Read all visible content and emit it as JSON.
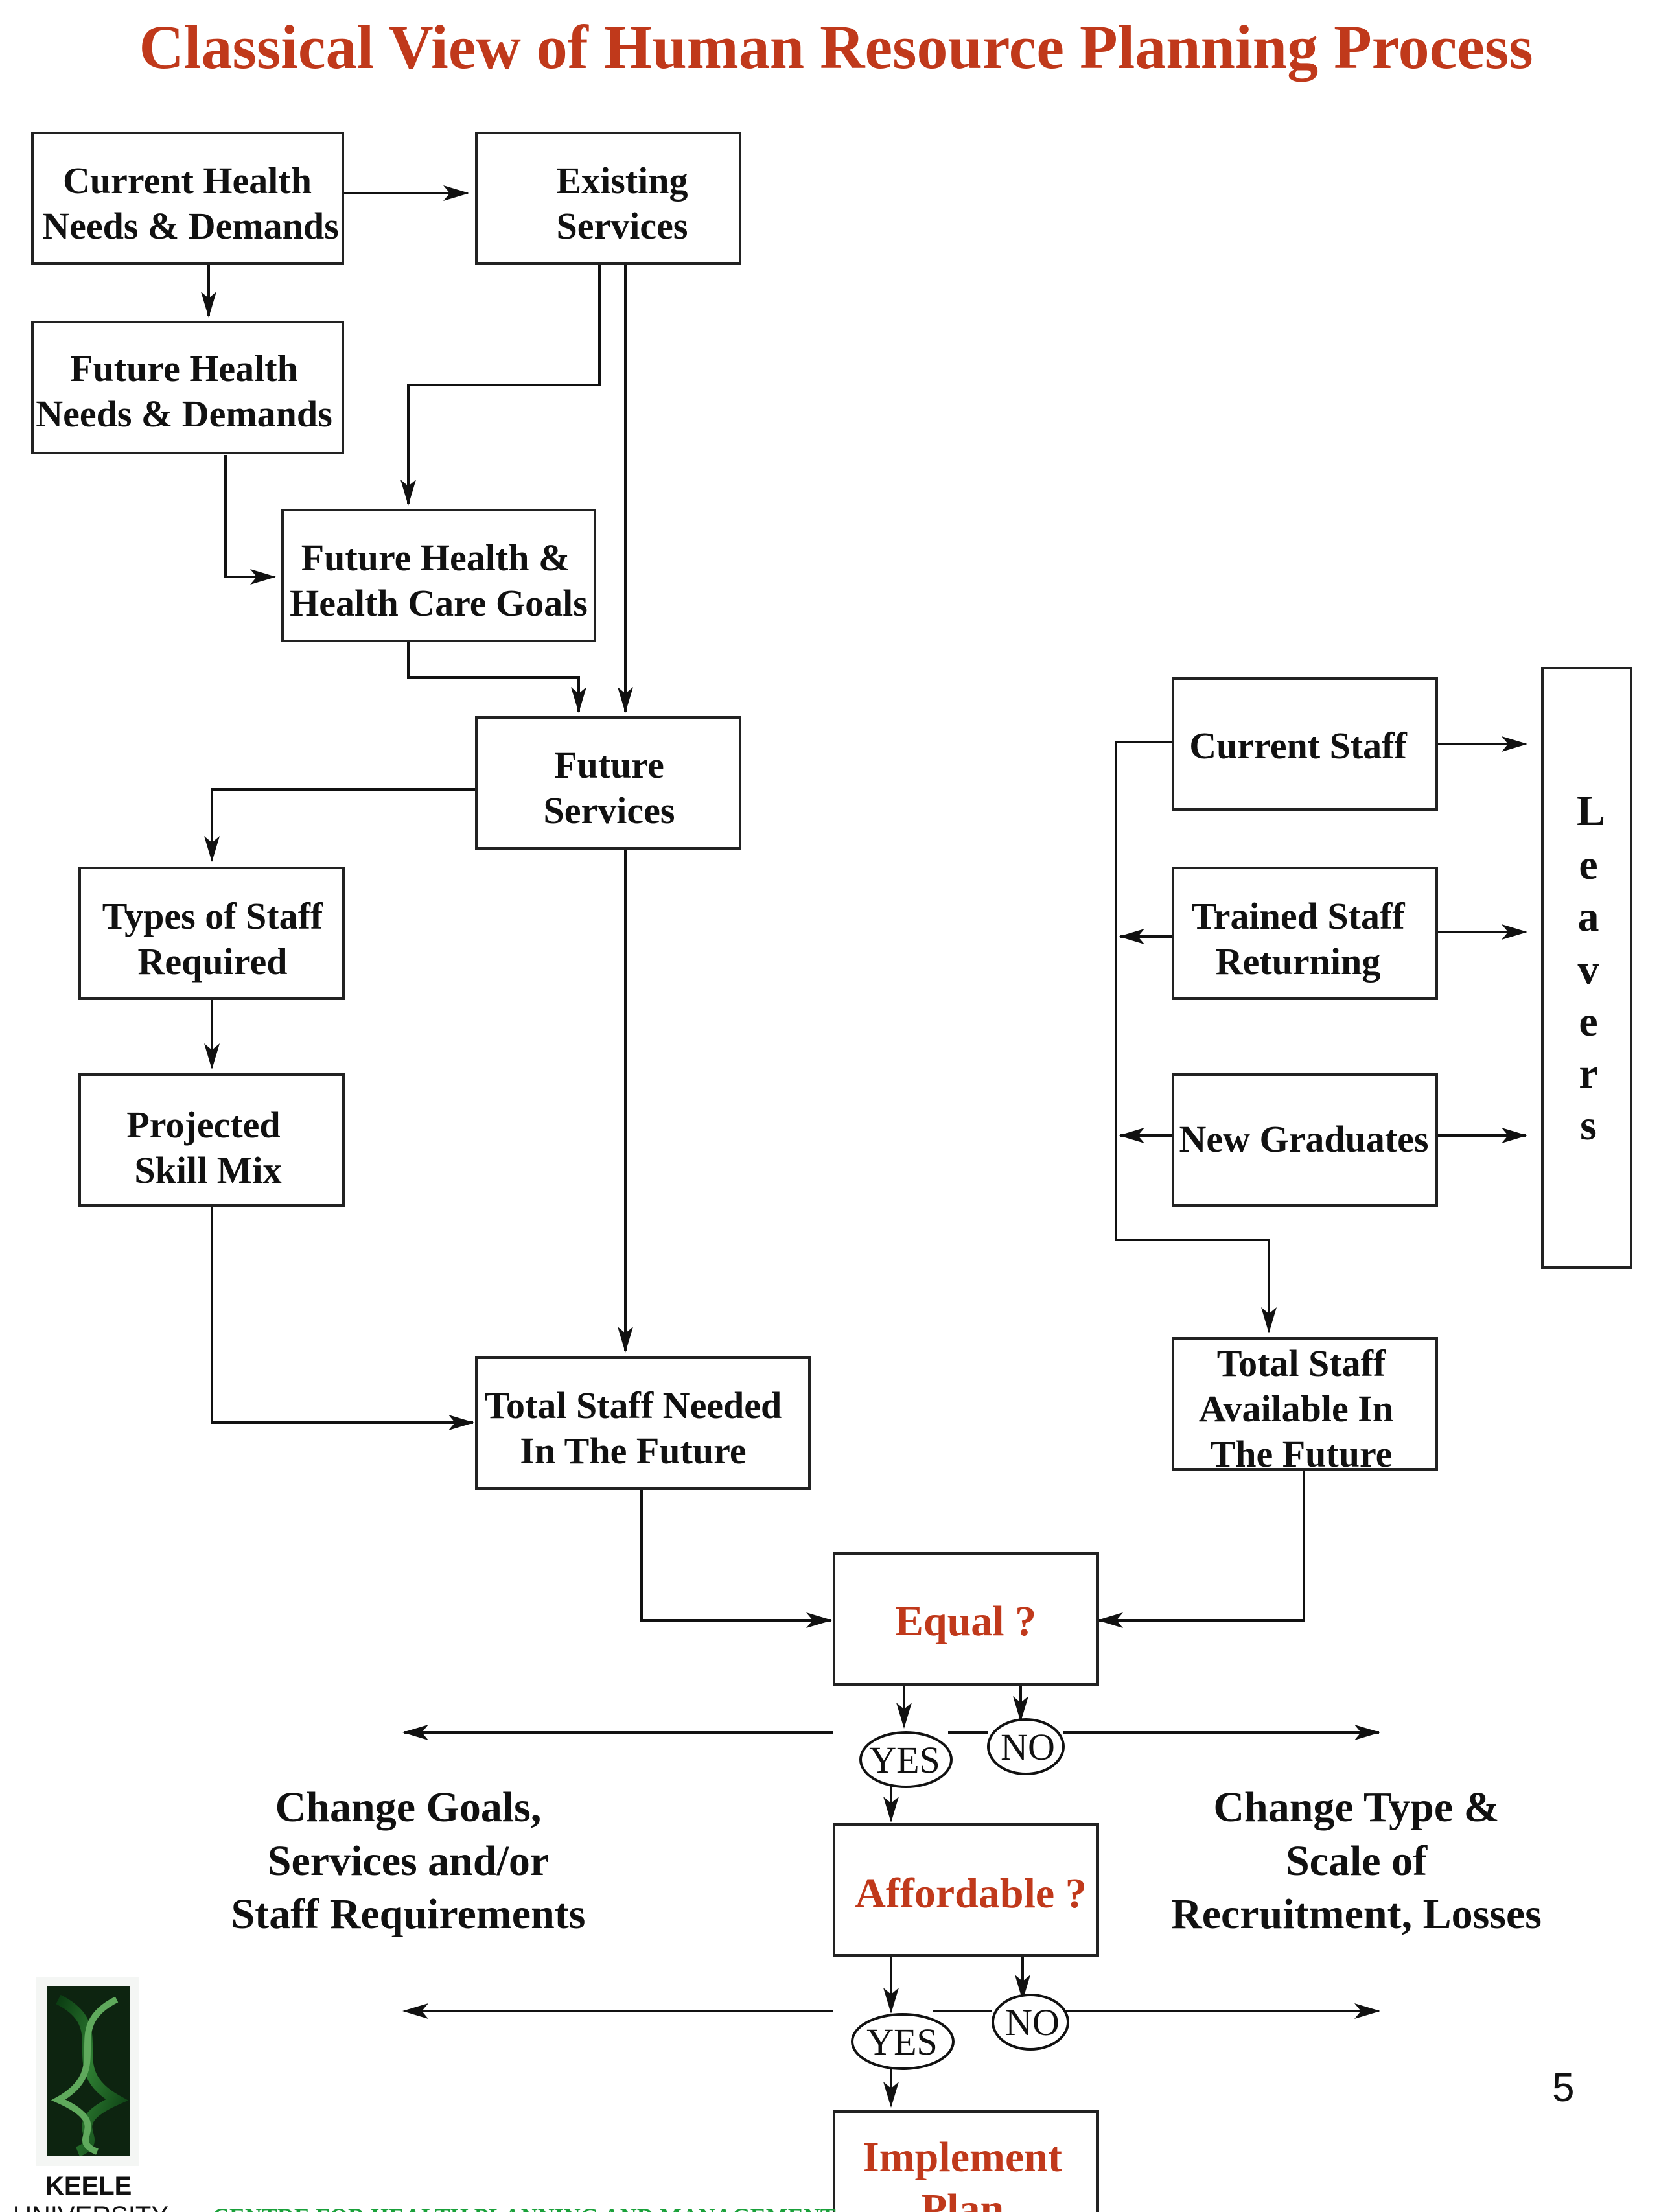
{
  "title": "Classical View of Human Resource Planning Process",
  "boxes": {
    "current_health": [
      "Current Health",
      "Needs & Demands"
    ],
    "existing_services": [
      "Existing",
      "Services"
    ],
    "future_health": [
      "Future Health",
      "Needs & Demands"
    ],
    "future_goals": [
      "Future Health &",
      "Health Care Goals"
    ],
    "future_services": [
      "Future",
      "Services"
    ],
    "types_staff": [
      "Types of Staff",
      "Required"
    ],
    "skill_mix": [
      "Projected",
      "Skill Mix"
    ],
    "total_needed": [
      "Total Staff Needed",
      "In The Future"
    ],
    "current_staff": [
      "Current Staff"
    ],
    "trained_returning": [
      "Trained Staff",
      "Returning"
    ],
    "new_graduates": [
      "New Graduates"
    ],
    "total_available": [
      "Total Staff",
      "Available  In",
      "The Future"
    ],
    "leavers": [
      "L",
      "e",
      "a",
      "v",
      "e",
      "r",
      "s"
    ],
    "equal": [
      "Equal ?"
    ],
    "affordable": [
      "Affordable ?"
    ],
    "implement": [
      "Implement",
      "Plan"
    ]
  },
  "decisions": {
    "yes_label": "YES",
    "no_label": "NO"
  },
  "side_notes": {
    "left": [
      "Change Goals,",
      "Services and/or",
      "Staff Requirements"
    ],
    "right": [
      "Change Type &",
      "Scale of",
      "Recruitment, Losses"
    ]
  },
  "footer": {
    "logo_line1": "KEELE",
    "logo_line2": "UNIVERSITY",
    "centre": "CENTRE FOR HEALTH PLANNING AND MANAGEMENT",
    "page_number": "5"
  },
  "colors": {
    "title": "#c0391b",
    "decision_text": "#c0391b",
    "footer_text": "#1aa03a",
    "logo_green": "#2e7d32"
  }
}
